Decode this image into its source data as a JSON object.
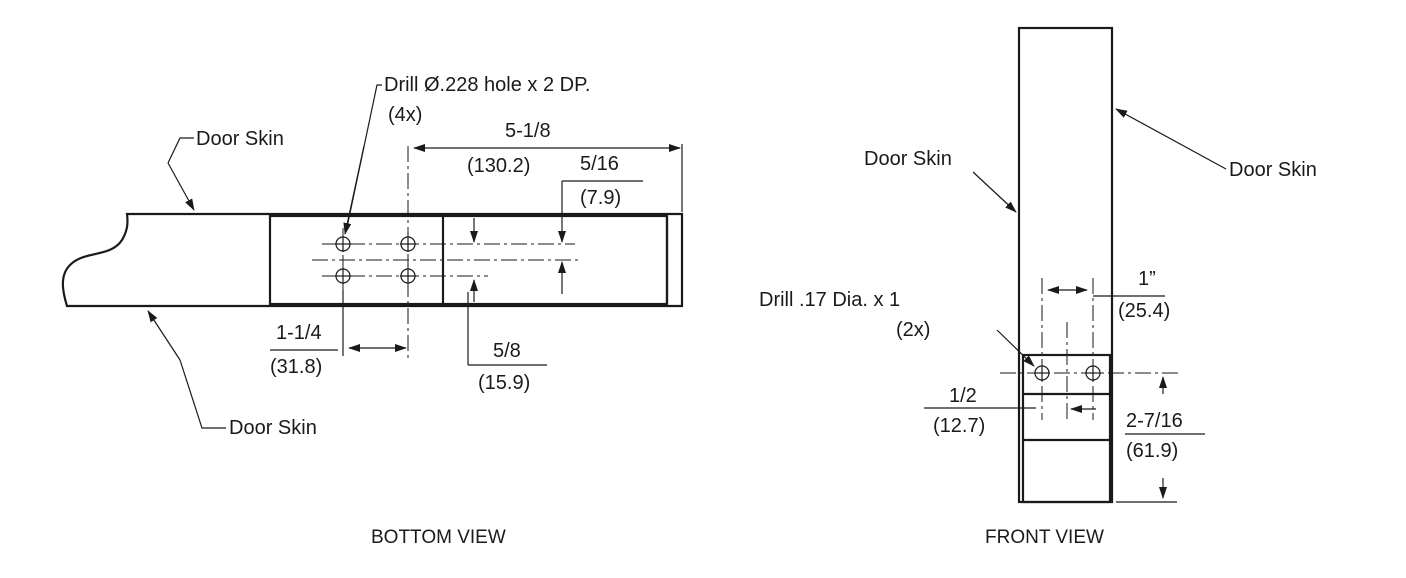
{
  "bottom_view": {
    "title": "BOTTOM VIEW",
    "labels": {
      "door_skin_top": "Door Skin",
      "door_skin_bottom": "Door Skin",
      "drill_note": "Drill Ø.228 hole x 2 DP.",
      "drill_count": "(4x)"
    },
    "dims": {
      "overall_in": "5-1/8",
      "overall_mm": "(130.2)",
      "offset_in": "5/16",
      "offset_mm": "(7.9)",
      "hole_spacing_in": "1-1/4",
      "hole_spacing_mm": "(31.8)",
      "row_spacing_in": "5/8",
      "row_spacing_mm": "(15.9)"
    }
  },
  "front_view": {
    "title": "FRONT VIEW",
    "labels": {
      "door_skin_left": "Door Skin",
      "door_skin_right": "Door Skin",
      "drill_note": "Drill .17 Dia. x 1",
      "drill_count": "(2x)"
    },
    "dims": {
      "hole_spacing_in": "1”",
      "hole_spacing_mm": "(25.4)",
      "edge_in": "1/2",
      "edge_mm": "(12.7)",
      "height_in": "2-7/16",
      "height_mm": "(61.9)"
    }
  }
}
